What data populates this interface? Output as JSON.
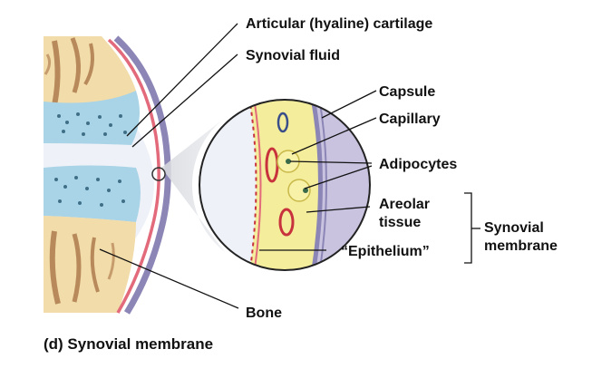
{
  "labels": {
    "cartilage": "Articular (hyaline) cartilage",
    "fluid": "Synovial fluid",
    "capsule": "Capsule",
    "capillary": "Capillary",
    "adipocytes": "Adipocytes",
    "areolar_1": "Areolar",
    "areolar_2": "tissue",
    "epithelium": "“Epithelium”",
    "synovial_1": "Synovial",
    "synovial_2": "membrane",
    "bone": "Bone"
  },
  "caption": "(d) Synovial membrane",
  "colors": {
    "bone_fill": "#f2dcaa",
    "bone_dark": "#b8895a",
    "cartilage": "#a9d3e6",
    "cartilage_dots": "#3f6f86",
    "membrane": "#e26a7b",
    "capsule": "#8c86b6",
    "fluid": "#eef1f8",
    "vessel": "#c8323c",
    "fat": "#f4ee9c"
  }
}
